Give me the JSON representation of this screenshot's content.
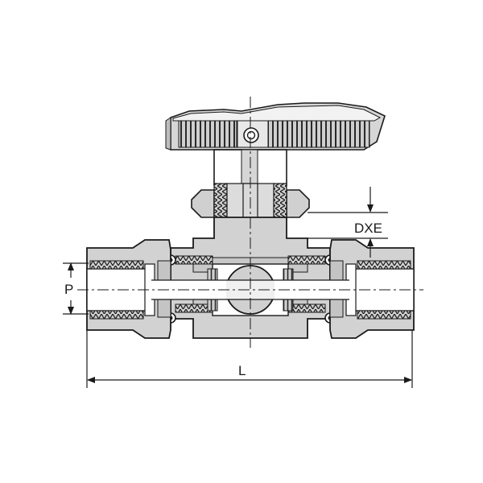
{
  "drawing": {
    "labels": {
      "port_diameter": "P",
      "length": "L",
      "stem": "DXE"
    }
  }
}
